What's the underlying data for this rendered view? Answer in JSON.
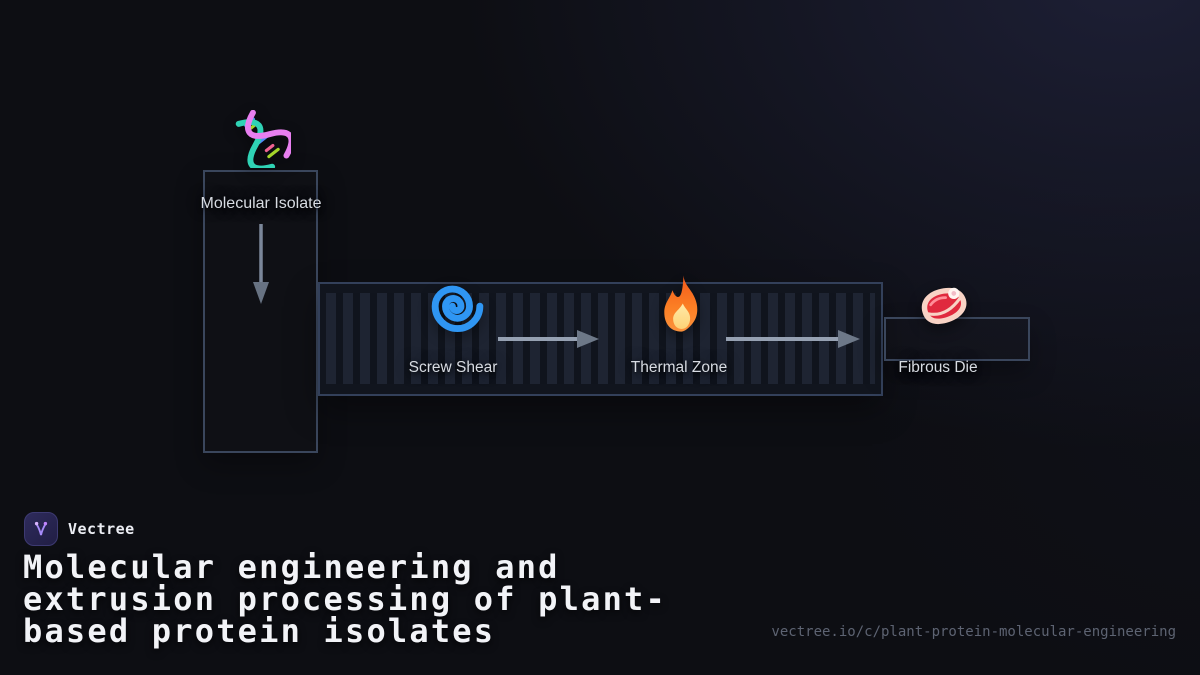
{
  "diagram": {
    "stages": [
      {
        "label": "Molecular Isolate",
        "icon": "dna-icon"
      },
      {
        "label": "Screw Shear",
        "icon": "cyclone-icon"
      },
      {
        "label": "Thermal Zone",
        "icon": "fire-icon"
      },
      {
        "label": "Fibrous Die",
        "icon": "steak-icon"
      }
    ],
    "colors": {
      "box_border": "#3a465c",
      "barrel_fill": "#11151e",
      "barrel_stripe": "#1e2432",
      "arrow_line": "#96a1b2",
      "arrow_head": "#6d7888",
      "label_text": "#d7dbe2",
      "cyclone_blue": "#2f96f3",
      "fire_orange": "#f4591c",
      "fire_inner": "#ffe9a8",
      "meat_red": "#e02a3e",
      "meat_rim": "#f8d3c5",
      "dna_teal": "#2fd3b5",
      "dna_pink": "#e87ff0"
    }
  },
  "footer": {
    "brand": "Vectree",
    "title_lines": [
      "Molecular engineering and",
      "extrusion processing of plant-",
      "based protein isolates"
    ],
    "url": "vectree.io/c/plant-protein-molecular-engineering",
    "colors": {
      "logo_bg": "#2e2b5c",
      "logo_accent": "#a78bfa",
      "title_text": "#f2f3f7",
      "url_text": "#5d6372"
    }
  }
}
